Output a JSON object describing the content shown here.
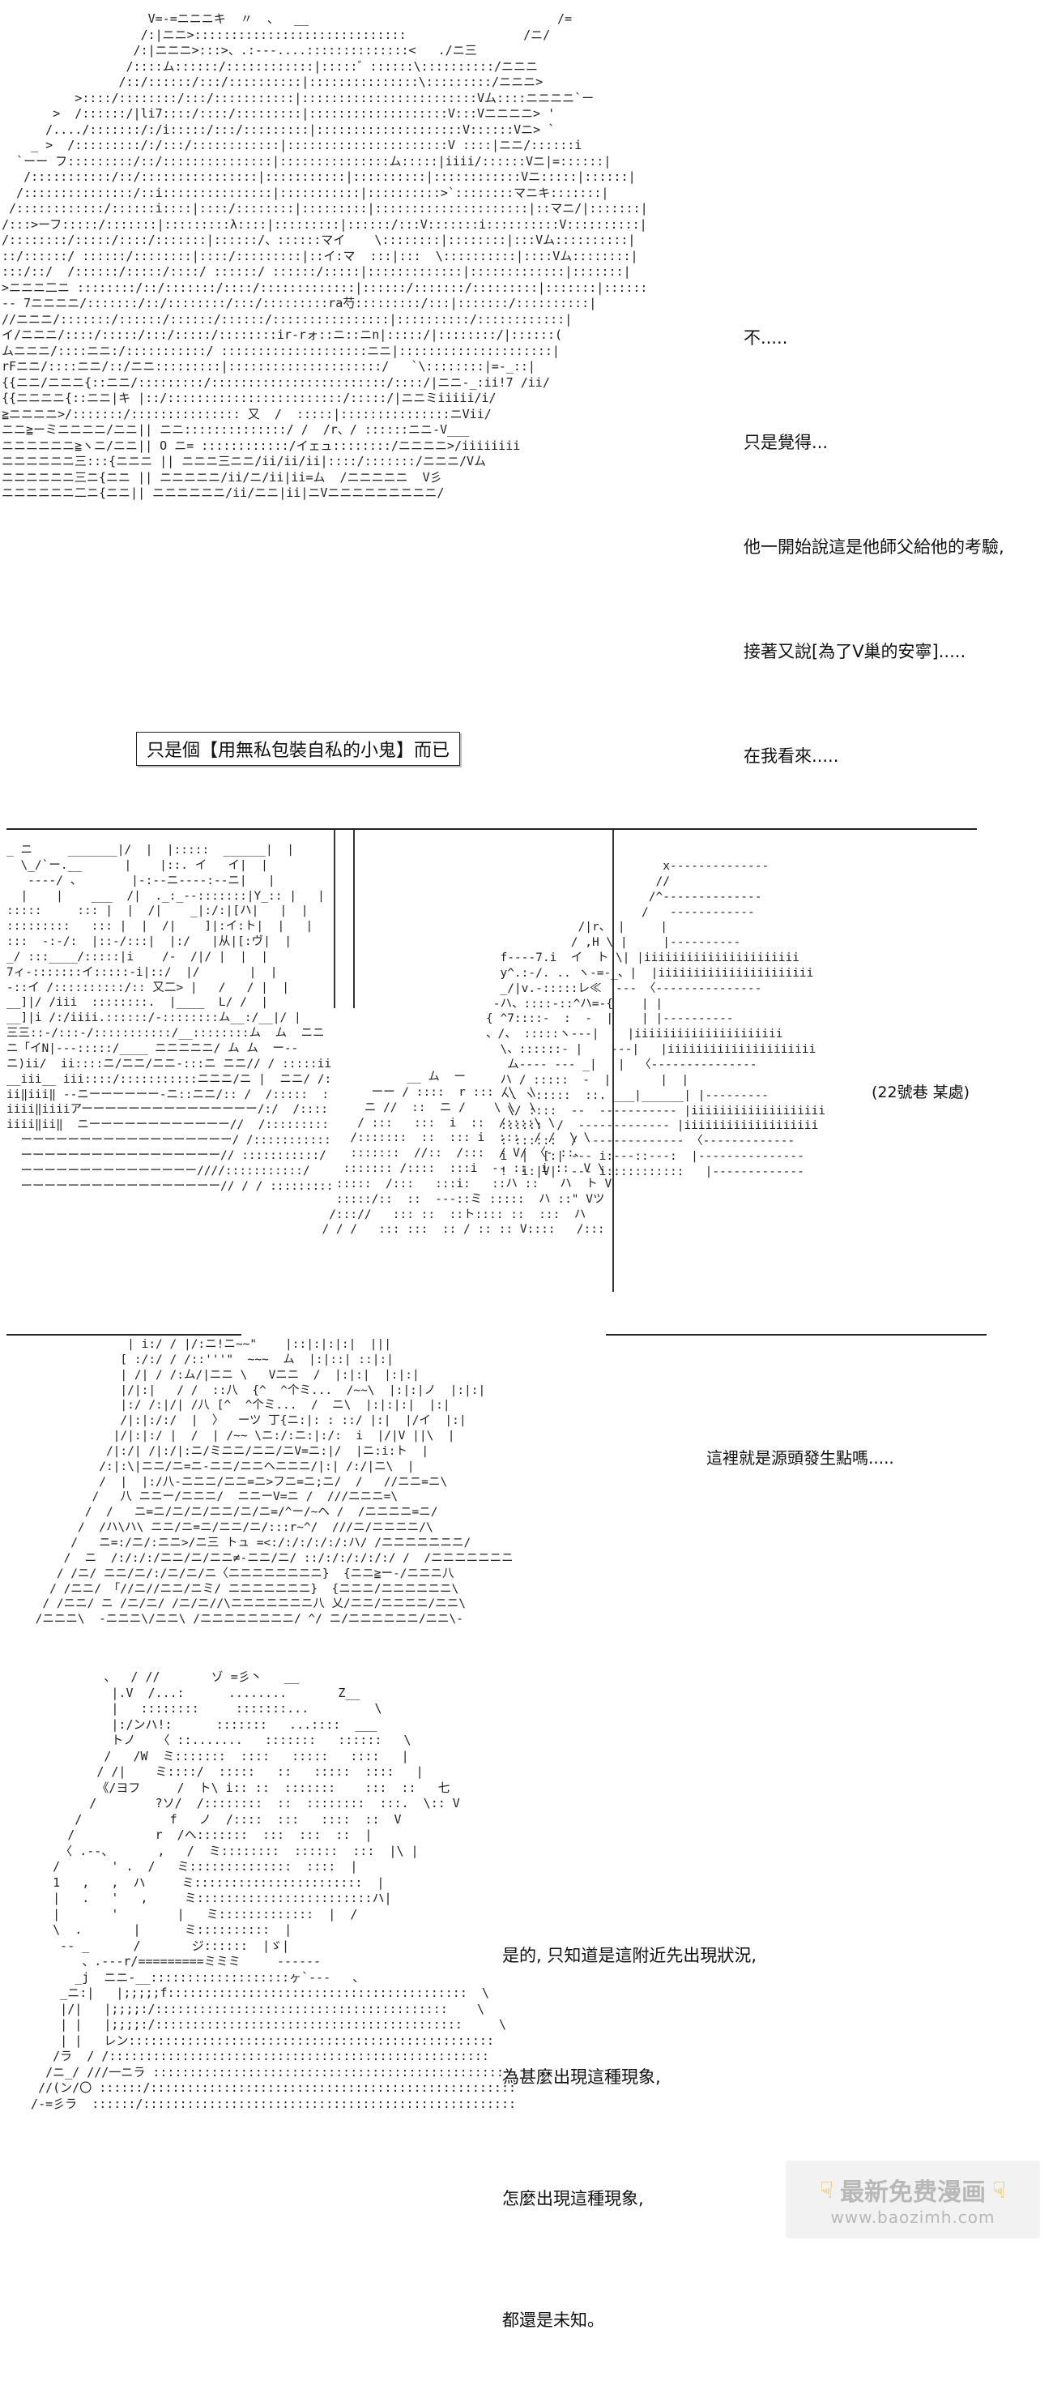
{
  "panel1": {
    "art": "                    V=-=ニニニキ  〃  、  __                                  /=\n                   /:|ニニ>:::::::::::::::::::::::::::::                /ニ/\n                  /:|ニニニ>:::>、.:---....::::::::::::::<   ./ニ三\n                 /::::ム::::::/::::::::::::|:::::゛::::::\\::::::::::/ニニニ\n                /::/::::::/:::/::::::::::|:::::::::::::::\\:::::::::/ニニニ>\n          >::::/::::::::/:::/:::::::::::|::::::::::::::::::::::::Vム::::ニニニニ`ー\n       >  /::::::/|li7::::/::::/:::::::::|:::::::::::::::::::V:::Vニニニニ> '\n      /..../:::::::/:/i:::::/:::/:::::::::|::::::::::::::::::::V::::::Vニ> `\n    _ >  /:::::::::/:/:::/::::::::::::|::::::::::::::::::::::V ::::|ニニ/::::::i\n  `ーー フ:::::::::/::/:::::::::::::::|:::::::::::::::ム:::::|iiii/::::::Vニ|=::::::|\n   /:::::::::::/::/::::::::::::::::|:::::::::::|::::::::::|::::::::::::Vニ:::::|::::::|\n  /:::::::::::::::/::i:::::::::::::::|:::::::::::|::::::::::>`::::::::マニキ:::::::|\n /::::::::::::/::::::i::::|::::/::::::::|:::::::::|:::::::::::::::::::::|::マニ/|:::::::|\n/:::>ーフ:::::/:::::::|:::::::::λ::::|:::::::::|::::::/:::V:::::::i::::::::::V::::::::::|\n/::::::::/:::::/::::/:::::::|::::::/、::::::マイ    \\::::::::|::::::::|:::Vム::::::::::|\n::/::::::/ ::::::/::::::::|::::/:::::::::|::イ:マ  :::|:::  \\::::::::::|::::Vム::::::::|\n:::/::/  /::::::/:::::/::::/ ::::::/ ::::::/:::::|:::::::::::::|:::::::::::::|:::::::|\n>ニニニ二ニ ::::::::/::/:::::::/::::/:::::::::::::|::::::/:::::::/:::::::::|:::::::|::::::|\n-- 7ニニニニ/:::::::/::/::::::::/:::/:::::::::ra芍:::::::::/:::|:::::::/::::::::::|\n//ニニニ/:::::::/::::::/::::::/::::::/::::::::::::::::|::::::::::/::::::::::::|\nイ/ニニニ/::::/:::::/:::/:::::/::::::::ir-rォ::ニ::ニn|:::::/|::::::::/|::::::(\nムニニニ/::::ニニ:/:::::::::::/ ::::::::::::::::::::ニニ|:::::::::::::::::::::|\nrFニニ/::::ニニ/::/ニニ:::::::::|:::::::::::::::::::::/   `\\::::::::|=-_::|\n{{ニニ/ニニニ{::ニニ/:::::::::/::::::::::::::::::::::::/::::/|ニニ-_:ii!7 /ii/\n{{ニニニニ{::ニニ|キ |::/::::::::::::::::::::::::/:::::/|ニニミiiiii/i/\n≧ニニニニ>/:::::::/::::::::::::::: 又  /  :::::|:::::::::::::::ニVii/\nニニ≧ーミニニニニ/ニニ|| ニニ::::::::::::::/ /  /r、/ ::::::ニニ-V___\nニニニニニニ≧ヽニ/ニニ|| O ニ= ::::::::::::/イェュ::::::::/ニニニニ>/iiiiiiii\nニニニニニニ三:::{ニニニ || ニニニ三ニニ/ii/ii/ii|::::/:::::::/ニニニ/Vム\nニニニニニニ三ニ{ニニ || ニニニニニ/ii/ニ/ii|ii=ム  /ニニニニニ  V彡\nニニニニニニ二ニ{ニニ|| ニニニニニニ/ii/ニニ|ii|ニVニニニニニニニニニ/",
    "caption_lines": [
      "不.....",
      "只是覺得...",
      "他一開始說這是他師父給他的考驗,",
      "接著又說[為了V巢的安寧].....",
      "在我看來....."
    ],
    "boxed_text": "只是個【用無私包裝自私的小鬼】而已"
  },
  "panel2": {
    "art_left": "_ ニ     _______|/  |  |:::::  ______|  |\n  \\_/`ー.__      |    |::. イ   イ|  |\n   ----/ 、       |-:--ニ----:--ニ|   |\n  |    |    ___  /|  ._:_--:::::::|Y_:: |   |\n:::::     ::: |  |  /|    _|:/:|[ハ|   |  |\n:::::::::   ::: |  |  /|    ]|:イ:ト|  |   |\n:::  -:-/:  |::-/:::|  |:/   |从|[:ヴ|  |\n_/ :::____/:::::|i    /-  /|/ |  |  |\n7ィ-:::::::イ:::::-i|::/  |/       |  |\n-::イ /::::::::::/:: 又二> |   /   / |  |\n__]|/ /iii  ::::::::.  |____  L/ /  |\n__]|i /:/iiii.::::::/-::::::::ム__:/__|/ |\n三三::-/:::-/:::::::::::/__::::::::ム  ム  ニニ ム ー\nニ「イN|---:::::/____ ニニニニニ/ ム ム  ー--\nニ)ii/  ii::::ニ/ニニ/ニニ-:::ニ ニニ// / :::::ii\n__iii__ iii::::/:::::::::::ニニニ/ニ |  ニニ/ /:: / ::\nii‖iii‖ --ニーーーーーー-ニ::ニニ/:: /  /:::::  ::\niiii‖iiiiアーーーーーーーーーーーーーーー/:/  /:::::::i:\niiii‖ii‖  ニーーーーーーーーーーーー//  /::::::::::::i:\n  ーーーーーーーーーーーーーーーーーー/ /:::::::::::::ミ:/\n  ーーーーーーーーーーーーーーーーー// :::::::::::/ ハ\n  ーーーーーーーーーーーーーーー////:::::::::::/\n  ーーーーーーーーーーーーーーーーー// / / :::::::::/ V!",
    "art_center": "              __ ム  ー\n         ーー / ::::  r ::: /\\  \\\n        ニ //  ::  ニ /    \\ \\  \\\n       / :::   :::  i  ::  /::::\\ \\\n      /:::::::  ::  ::: i  :::  / /  \\ \\\n      :::::::  //::  /:::  / V/ 〈- ::、\n     ::::::: /::::  :::i  -- ::  i ::  V \\\n    :::::  /:::   :::i:   ::ハ ::   ハ  ト V\n    :::::/::  ::  ---::ミ :::::  ハ ::\" Vツ\n   /::://   ::: ::  ::ト:::: ::  :::  ハ\n  / / /   ::: :::  :: / :: :: V::::   /:::",
    "art_right": "                         x‐‐‐‐‐‐‐‐‐‐‐‐‐‐\n                        //\n                       /^‐‐‐‐‐‐‐‐‐‐‐‐‐‐\n                      /   ‐‐‐‐‐‐‐‐‐‐‐‐\n             /|r、 |     |\n            / ,H \\ |     |‐‐‐‐‐‐‐‐‐‐\n  f‐‐‐‐7.i  イ  ト \\| |iiiiiiiiiiiiiiiiiiiiii\n  y^.:‐/. .. ヽ‐=-_、|  |iiiiiiiiiiiiiiiiiiiiii\n  _/|v.‐:::::レ≪  ‐‐‐ 〈‐‐‐‐‐‐‐‐‐‐‐‐‐‐‐\n -ハ、::::‐::^ハ=-{    | |\n{ ^7::::‐  :  ‐  |    | |‐‐‐‐‐‐‐‐‐‐\n、/、 :::::ヽ‐‐‐|    |iiiiiiiiiiiiiiiiiiiii\n  \\、::::::‐ |    ‐‐‐|   |iiiiiiiiiiiiiiiiiiiii\n   ム‐‐‐‐ ‐‐‐ _|   |  〈‐‐‐‐‐‐‐‐‐‐‐‐‐‐‐\n  ハ / :::::  ‐  |       |  |\n  ヽ、ヽ:::::  ::. ___|______| |‐‐‐‐‐‐‐‐‐\n   \\/ ::::  ‐‐  ‐‐‐‐‐‐‐‐‐‐‐ |iiiiiiiiiiiiiiiiiii\n  ::::::  /  ‐‐‐‐‐‐‐‐‐‐‐‐‐ |iiiiiiiiiiiiiiiiiii\n  : ::::::  /  ‐‐‐‐‐‐‐‐‐‐‐‐‐ 〈‐‐‐‐‐‐‐‐‐‐‐‐‐\n  i  |  [:| ‐‐‐ i:---::---:  |‐‐‐‐‐‐‐‐‐‐‐‐‐‐‐\n  !  i:|V|  ‐‐‐ i:::::::::::   |‐‐‐‐‐‐‐‐‐‐‐‐‐",
    "art_bottom": "                  | i:/ / |/:ニ!ニ~~\"    |::|:|:|:|  |||\n                 [ :/:/ / /::'''\"  ~~~  ム  |:|::| ::|:|\n                 | /| / /:ム/|ニニ \\   Vニニ  /  |:|:|  |:|:|\n                 |/|:|   / /  ::八  {^  ^个ミ...  /~~\\  |:|:|ノ  |:|:|\n                 |:/ /:|/| /八 [^  ^个ミ...  /  ニ\\  |:|:|:|  |:|\n                 /|:|:/:/  |  〉  ーツ 丁{ニ:|: : ::/ |:|  |/イ  |:|\n                |/|:|:/ |  /  | /~~ \\ニ:/:ニ:|:/:  i  |/|V ||\\  |\n               /|:/| /|:/|:ニ/ミニニ/ニニ/ニV=ニ:|/  |ニ:i:ト  |\n              /:|:\\|ニニ/ニ=ニ-ニニ/ニニヘニニニ/|:| /:/|ニ\\  |\n              /  |  |:/八-ニニニ/ニニ=ニ>フニ=ニ;ニ/  /   //ニニ=ニ\\\n             /   八 ニニー/ニニニ/  ニニーV=ニ /  ///ニニニ=\\\n            /  /   ニ=ニ/ニ/ニ/ニニ/ニ/ニ=/^ー/~ヘ /  /ニニニニ=ニ/\n           /  /ハ\\ハ\\ ニニ/ニ=ニ/ニニ/ニ/:::r~^/  ///ニ/ニニニニ/\\\n          /   ニ=:/ニ/:ニニ>/ニ三 トュ =<:/:/:/:/:/:ハ/ /ニニニニニニニ/\n         /  ニ  /:/:/:/ニニ/ニ/ニニ≠-ニニ/ニ/ ::/:/:/:/:/:/ /  /ニニニニニニニ\n        / /ニ/ ニニ/ニ/:/ニ/ニ/ニ〈ニニニニニニニニ}  {ニニ≧ー-/ニニニ八\n       / /ニニ/ 「//ニ//ニニ/ニミ/ ニニニニニニニ}  {ニニニ/ニニニニニニ\\\n      / /ニニ/ ニ /ニ/ニ/ /ニ/ニ//\\ニニニニニニニ八 乂/ニニ/ニニニニ/ニニ\\\n     /ニニニ\\  -ニニニ\\/ニニ\\ /ニニニニニニニニ/ ^/ ニ/ニニニニニニ/ニニ\\-",
    "location_label": "(22號巷 某處)",
    "caption": "這裡就是源頭發生點嗎....."
  },
  "panel3": {
    "art": "            、  / //       ゾ =彡丶   __\n             |.V  /...:      ........       Z__\n             |   ::::::::     :::::::...         \\\n             |:/ンハ!:      :::::::   ...::::  ___\n             トノ   〈 ::.......   :::::::   ::::::   \\\n            /   /W  ミ:::::::  ::::   :::::   ::::   |\n           / /|    ミ::::/  :::::   ::   :::::  ::::   |\n           《/ヨフ     /  ト\\ i:: ::  :::::::    :::  ::   七\n          /        ?ソ/  /::::::::  ::  ::::::::  :::.  \\:: V\n        /            f   ノ  /::::  :::   ::::  ::  V\n       /           r  /ヘ:::::::  :::  :::  ::  |\n      〈 .‐‐、      ,   /  ミ::::::::  ::::::  :::  |\\ |\n     /       ' .  /   ミ::::::::::::::  ::::  |\n     1   ,   ,  ハ     ミ:::::::::::::::::::::::  |\n     |   .   '   ,     ミ::::::::::::::::::::::::ハ|\n     |       '        |   ミ:::::::::::::  |  /\n     \\  .       |      ミ::::::::::  |\n      ‐‐ _      /       ジ::::::  |ゞ|\n         、.‐‐‐r/=========ミミミ     ‐‐‐‐‐‐\n        _j  ニニ‐__:::::::::::::::::::ヶ`‐‐‐   、\n      _ニ:|   |;;;;;f:::::::::::::::::::::::::::::::::::::::::  \\\n      |/|   |;;;;:/::::::::::::::::::::::::::::::::::::::::    \\\n      | |   |;;;;:/::::::::::::::::::::::::::::::::::::::::::     \\\n      | |   レン::::::::::::::::::::::::::::::::::::::::::::::::::    |\n     /ラ  / /::::::::::::::::::::::::::::::::::::::::::::::::::::    |\n    /ニ_/ ///一ニラ ::::::::::::::::::::::::::::::::::::::::::::::::    |\n   //(ン/〇 ::::::/::::::::::::::::::::::::::::::::::::::::::::::::::::    |\n  /-=彡ラ  ::::::/::::::::::::::::::::::::::::::::::::::::::::::::::::::    |",
    "caption_lines": [
      "是的, 只知道是這附近先出現狀況,",
      "為甚麼出現這種現象,",
      "怎麼出現這種現象,",
      "都還是未知。"
    ]
  },
  "watermark": {
    "title": "最新免费漫画",
    "url": "www.baozimh.com",
    "icon": "pointing-hand-icon"
  }
}
